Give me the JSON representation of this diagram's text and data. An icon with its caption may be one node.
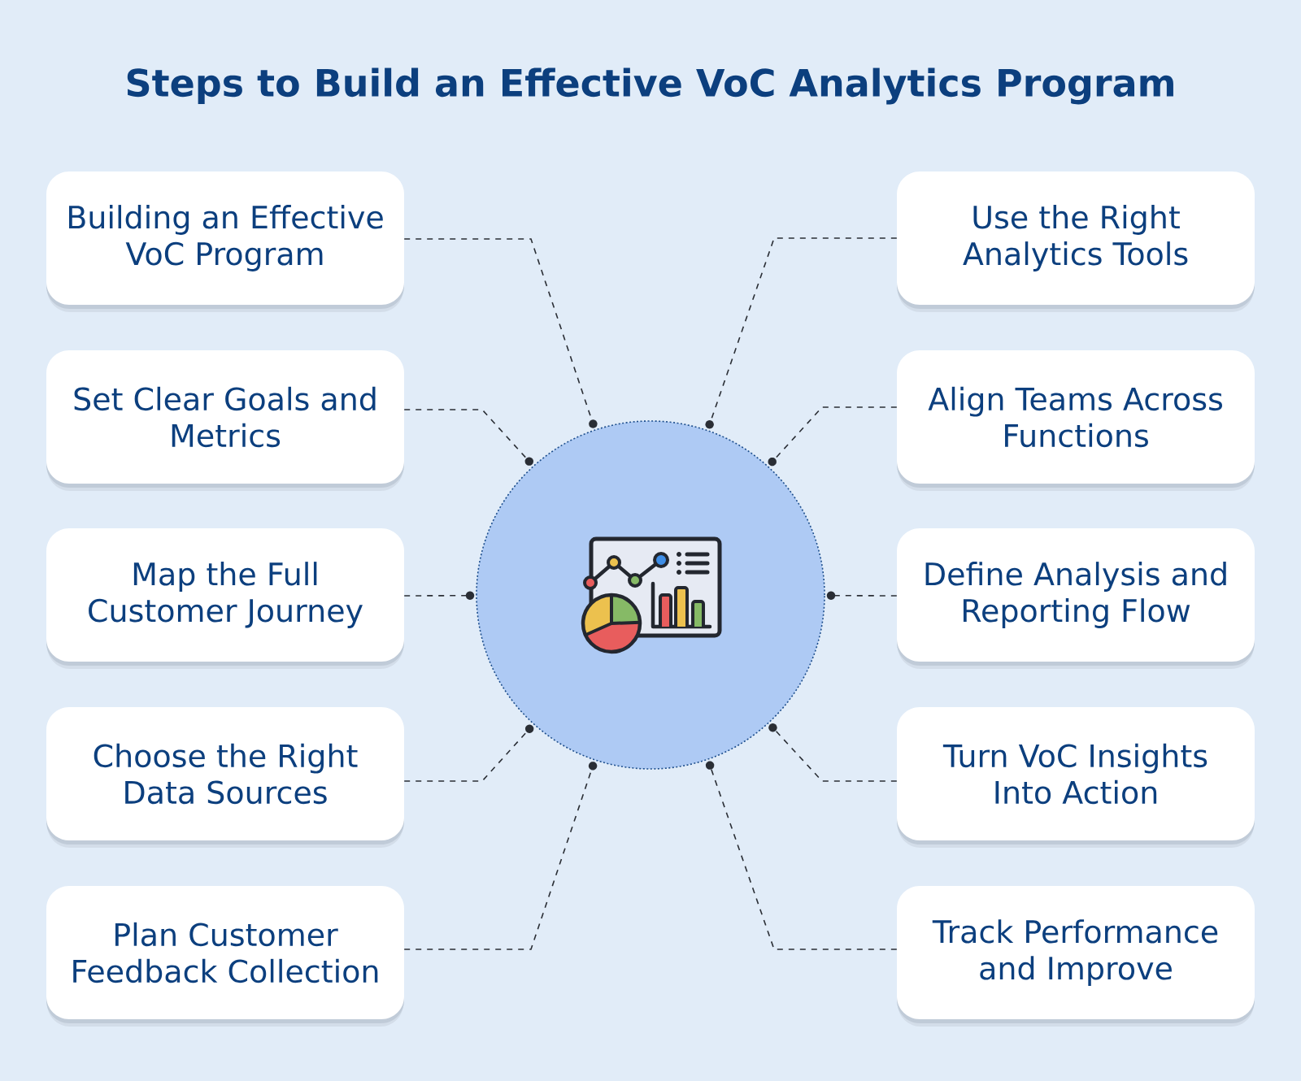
{
  "diagram": {
    "title": "Steps to Build an Effective VoC Analytics Program",
    "nodes": [
      {
        "text": [
          "Building an Effective VoC Program"
        ]
      },
      {
        "text": [
          "Set Clear Goals and Metrics"
        ]
      },
      {
        "text": [
          "Map the Full Customer Journey"
        ]
      },
      {
        "text": [
          "Choose the Right Data Sources"
        ]
      },
      {
        "text": [
          "Plan Customer Feedback Collection"
        ]
      },
      {
        "text": [
          "Use the Right Analytics Tools"
        ]
      },
      {
        "text": [
          "Align Teams Across Functions"
        ]
      },
      {
        "text": [
          "Define Analysis and Reporting Flow"
        ]
      },
      {
        "text": [
          "Turn VoC Insights Into Action"
        ]
      },
      {
        "text": [
          "Track Performance and Improve"
        ]
      },
      {
        "text": [],
        "shape": "circle"
      }
    ],
    "edges": [
      {
        "from": 0,
        "to": 10,
        "arrow": "other",
        "style": "dashed"
      },
      {
        "from": 1,
        "to": 10,
        "arrow": "other",
        "style": "dashed"
      },
      {
        "from": 2,
        "to": 10,
        "arrow": "other",
        "style": "dashed"
      },
      {
        "from": 3,
        "to": 10,
        "arrow": "other",
        "style": "dashed"
      },
      {
        "from": 4,
        "to": 10,
        "arrow": "other",
        "style": "dashed"
      },
      {
        "from": 5,
        "to": 10,
        "arrow": "other",
        "style": "dashed"
      },
      {
        "from": 6,
        "to": 10,
        "arrow": "other",
        "style": "dashed"
      },
      {
        "from": 7,
        "to": 10,
        "arrow": "other",
        "style": "dashed"
      },
      {
        "from": 8,
        "to": 10,
        "arrow": "other",
        "style": "dashed"
      },
      {
        "from": 9,
        "to": 10,
        "arrow": "other",
        "style": "dashed"
      }
    ]
  }
}
